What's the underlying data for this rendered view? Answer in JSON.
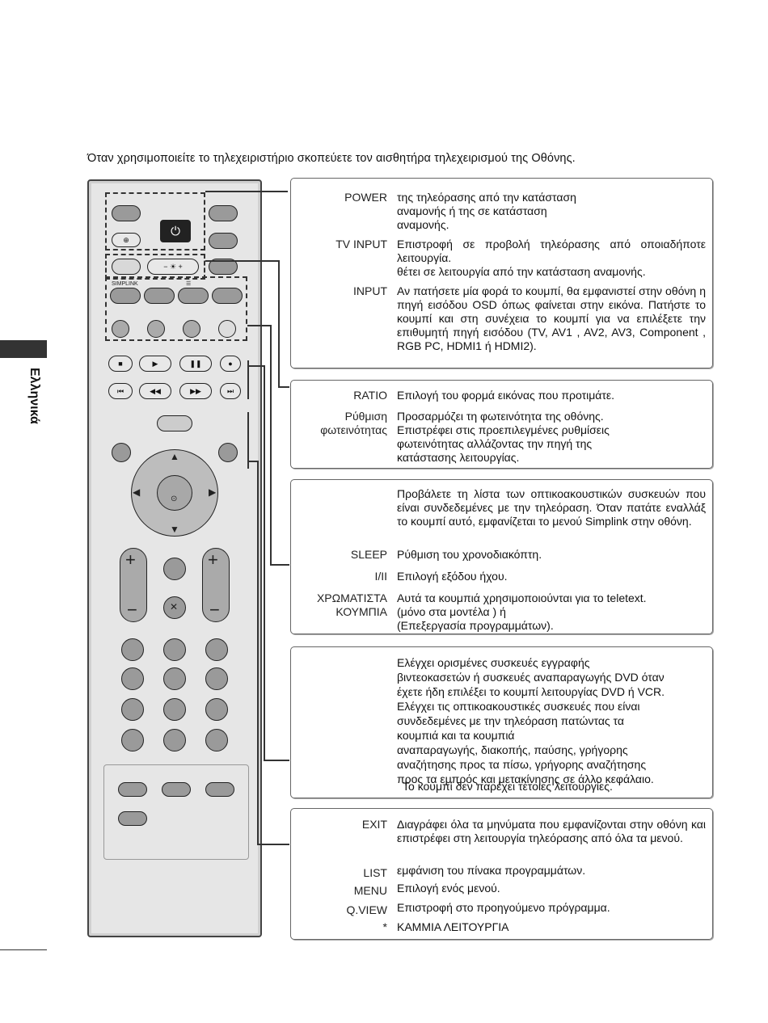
{
  "intro_text": "Όταν χρησιμοποιείτε το τηλεχειριστήριο σκοπεύετε τον αισθητήρα τηλεχειρισμού της Οθόνης.",
  "side_label": "Ελληνικά",
  "remote_labels": {
    "simplink": "SIMPLINK"
  },
  "panel1": [
    {
      "label": "POWER",
      "desc": "                                   της τηλεόρασης από την κατάσταση\nαναμονής ή                             της σε κατάσταση\nαναμονής."
    },
    {
      "label": "TV INPUT",
      "desc": "Επιστροφή σε προβολή τηλεόρασης από οποιαδήποτε λειτουργία.\nθέτει σε λειτουργία από την κατάσταση αναμονής."
    },
    {
      "label": "INPUT",
      "desc": "Αν πατήσετε μία φορά το κουμπί, θα εμφανιστεί στην οθόνη η πηγή εισόδου OSD όπως φαίνεται στην εικόνα. Πατήστε το κουμπί και στη συνέχεια το κουμπί για να επιλέξετε την επιθυμητή πηγή εισόδου (TV, AV1 , AV2, AV3, Component , RGB PC, HDMI1 ή HDMI2)."
    }
  ],
  "panel2": [
    {
      "label": "RATIO",
      "desc": "Επιλογή του φορμά εικόνας που προτιμάτε."
    },
    {
      "label": "Ρύθμιση\nφωτεινότητας",
      "desc": "Προσαρμόζει τη φωτεινότητα της οθόνης.\nΕπιστρέφει στις προεπιλεγμένες ρυθμίσεις\nφωτεινότητας αλλάζοντας την πηγή της\nκατάστασης λειτουργίας."
    }
  ],
  "panel3": [
    {
      "label": "",
      "desc": "Προβάλετε τη λίστα των οπτικοακουστικών συσκευών που είναι συνδεδεμένες με την τηλεόραση. Όταν πατάτε εναλλάξ το κουμπί αυτό, εμφανίζεται το μενού Simplink στην οθόνη."
    },
    {
      "label": "SLEEP",
      "desc": "Ρύθμιση του χρονοδιακόπτη."
    },
    {
      "label": "I/II",
      "desc": "Επιλογή εξόδου ήχου."
    },
    {
      "label": "ΧΡΩΜΑΤΙΣΤΑ\nΚΟΥΜΠΙΑ",
      "desc": "Αυτά τα κουμπιά χρησιμοποιούνται για το teletext.\n(μόνο στα μοντέλα                    ) ή\n                         (Επεξεργασία προγραμμάτων)."
    }
  ],
  "panel4": [
    {
      "label": "",
      "desc": "Ελέγχει ορισμένες συσκευές εγγραφής\nβιντεοκασετών ή συσκευές αναπαραγωγής DVD όταν\nέχετε ήδη επιλέξει το κουμπί λειτουργίας DVD ή VCR.\nΕλέγχει τις οπτικοακουστικές συσκευές που είναι\nσυνδεδεμένες με την τηλεόραση πατώντας τα\nκουμπιά                              και τα κουμπιά\nαναπαραγωγής, διακοπής, παύσης, γρήγορης\nαναζήτησης προς τα πίσω, γρήγορης αναζήτησης\nπρος τα εμπρός και μετακίνησης σε άλλο κεφάλαιο."
    },
    {
      "label": "",
      "desc": "Το κουμπί      δεν παρέχει τέτοιες λειτουργίες."
    }
  ],
  "panel5": [
    {
      "label": "EXIT",
      "desc": "Διαγράφει όλα τα μηνύματα που εμφανίζονται στην οθόνη και επιστρέφει στη λειτουργία τηλεόρασης από όλα τα μενού."
    },
    {
      "label": "LIST",
      "desc": "εμφάνιση του πίνακα προγραμμάτων."
    },
    {
      "label": "MENU",
      "desc": "Επιλογή ενός μενού."
    },
    {
      "label": "Q.VIEW",
      "desc": "Επιστροφή στο προηγούμενο πρόγραμμα."
    },
    {
      "label": "*",
      "desc": "ΚΑΜΜΙΑ ΛΕΙΤΟΥΡΓΙΑ"
    }
  ]
}
